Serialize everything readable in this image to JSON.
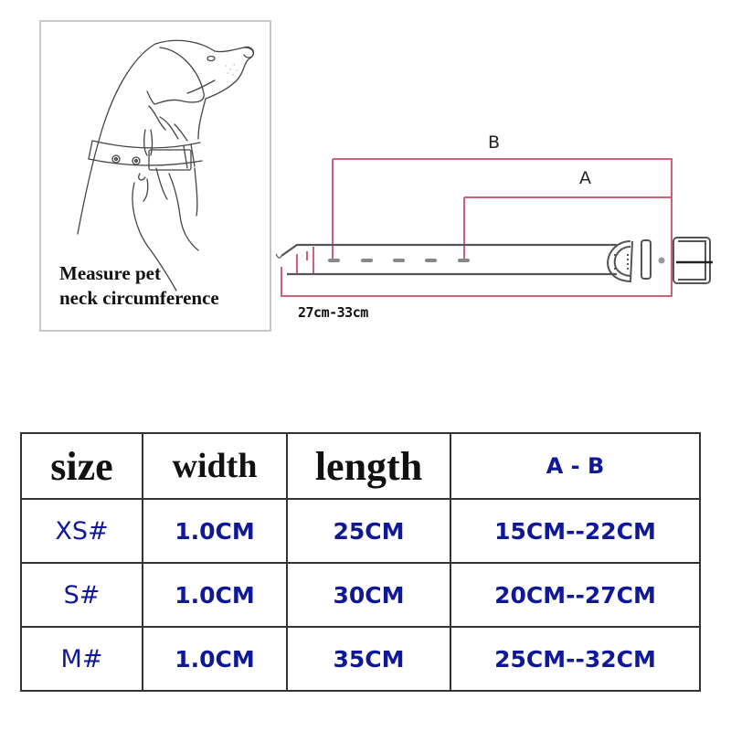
{
  "illustration": {
    "caption_line1": "Measure pet",
    "caption_line2": "neck circumference"
  },
  "collar_diagram": {
    "label_b": "B",
    "label_a": "A",
    "range_label": "27cm-33cm",
    "line_color": "#d0607a"
  },
  "size_table": {
    "headers": [
      "size",
      "width",
      "length",
      "A - B"
    ],
    "rows": [
      {
        "size": "XS#",
        "width": "1.0CM",
        "length": "25CM",
        "a_b": "15CM--22CM"
      },
      {
        "size": "S#",
        "width": "1.0CM",
        "length": "30CM",
        "a_b": "20CM--27CM"
      },
      {
        "size": "M#",
        "width": "1.0CM",
        "length": "35CM",
        "a_b": "25CM--32CM"
      }
    ],
    "text_color": "#10189a",
    "border_color": "#333333"
  }
}
